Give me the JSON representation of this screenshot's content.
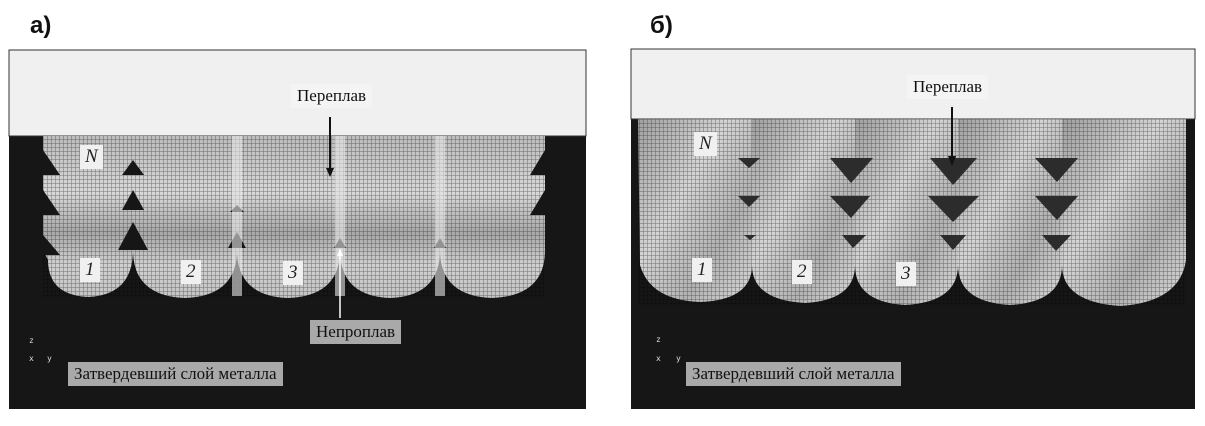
{
  "panels": [
    {
      "letter": "а)",
      "remelt_label": "Переплав",
      "lack_of_fusion_label": "Непроплав",
      "solid_layer_label": "Затвердевший слой металла",
      "bead_labels": [
        "N",
        "1",
        "2",
        "3"
      ],
      "axes": {
        "z": "z",
        "x": "x",
        "y": "y"
      }
    },
    {
      "letter": "б)",
      "remelt_label": "Переплав",
      "solid_layer_label": "Затвердевший слой металла",
      "bead_labels": [
        "N",
        "1",
        "2",
        "3"
      ],
      "axes": {
        "z": "z",
        "x": "x",
        "y": "y"
      }
    }
  ],
  "colors": {
    "background": "#161616",
    "powder": "#f0f0f0",
    "bead": "#b8b8b8",
    "label_box": "#a9a9a9"
  }
}
